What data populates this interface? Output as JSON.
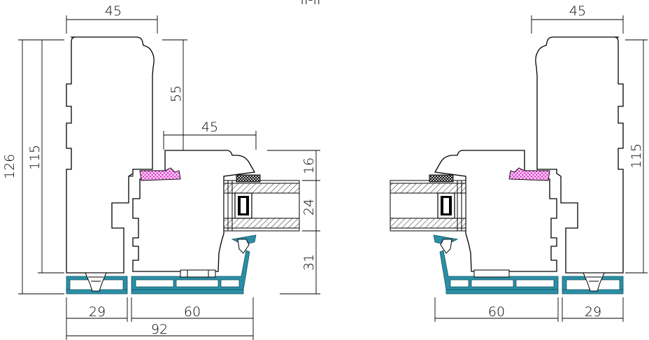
{
  "section_label": "II-II",
  "colors": {
    "aluminium": "#2a8fa6",
    "aluminium_stroke": "#14525f",
    "seal": "#e040d0",
    "line": "#000000"
  },
  "left_section": {
    "dim_top_frame_width": "45",
    "dim_overall_height": "126",
    "dim_frame_height": "115",
    "dim_frame_to_sash": "55",
    "dim_sash_width": "45",
    "dim_top_gap": "16",
    "dim_glazing": "24",
    "dim_bottom": "31",
    "dim_bottom_frame": "29",
    "dim_bottom_sash": "60",
    "dim_bottom_total": "92"
  },
  "right_section": {
    "dim_top_frame_width": "45",
    "dim_frame_height": "115",
    "dim_bottom_sash": "60",
    "dim_bottom_frame": "29"
  }
}
